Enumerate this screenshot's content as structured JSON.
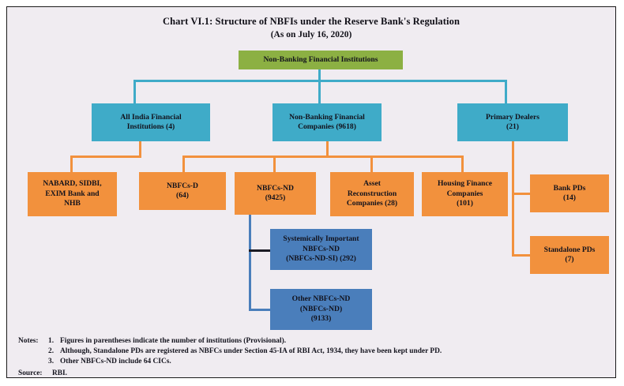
{
  "chart": {
    "title": "Chart VI.1: Structure of NBFIs under the Reserve Bank's Regulation",
    "subtitle": "(As on July 16, 2020)"
  },
  "colors": {
    "root": "#8cb043",
    "level2": "#3fabc8",
    "level3": "#f2913d",
    "level4": "#4a7ebb",
    "canvas": "#f0ecf1",
    "border": "#1a1a1a"
  },
  "nodes": {
    "root": {
      "line1": "Non-Banking Financial Institutions"
    },
    "aifi": {
      "line1": "All India Financial",
      "line2": "Institutions (4)"
    },
    "nbfc": {
      "line1": "Non-Banking Financial",
      "line2": "Companies (9618)"
    },
    "pd": {
      "line1": "Primary Dealers",
      "line2": "(21)"
    },
    "nabard": {
      "line1": "NABARD, SIDBI,",
      "line2": "EXIM Bank and",
      "line3": "NHB"
    },
    "nbfcd": {
      "line1": "NBFCs-D",
      "line2": "(64)"
    },
    "nbfcnd": {
      "line1": "NBFCs-ND",
      "line2": "(9425)"
    },
    "arc": {
      "line1": "Asset",
      "line2": "Reconstruction",
      "line3": "Companies (28)"
    },
    "hfc": {
      "line1": "Housing Finance",
      "line2": "Companies",
      "line3": "(101)"
    },
    "bankpd": {
      "line1": "Bank PDs",
      "line2": "(14)"
    },
    "standalonepd": {
      "line1": "Standalone PDs",
      "line2": "(7)"
    },
    "ndsi": {
      "line1": "Systemically Important",
      "line2": "NBFCs-ND",
      "line3": "(NBFCs-ND-SI) (292)"
    },
    "othernd": {
      "line1": "Other NBFCs-ND",
      "line2": "(NBFCs-ND)",
      "line3": "(9133)"
    }
  },
  "footer": {
    "notes_label": "Notes:",
    "notes": [
      {
        "num": "1.",
        "text": "Figures in parentheses indicate the number of institutions (Provisional)."
      },
      {
        "num": "2.",
        "text": "Although, Standalone PDs are registered as NBFCs under Section 45-IA of RBI Act, 1934, they have been kept under PD."
      },
      {
        "num": "3.",
        "text": "Other NBFCs-ND include 64 CICs."
      }
    ],
    "source_label": "Source:",
    "source_value": "RBI."
  }
}
